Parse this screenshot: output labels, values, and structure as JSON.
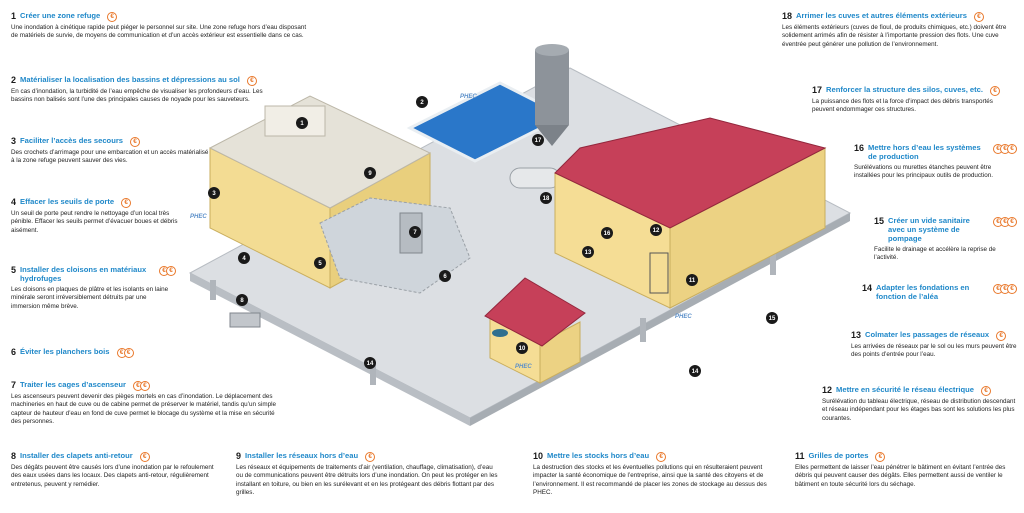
{
  "coin_glyph": "€",
  "phec_label": "PHEC",
  "annotations": [
    {
      "id": "a1",
      "num": "1",
      "title": "Créer une zone refuge",
      "cost": 1,
      "text": "Une inondation à cinétique rapide peut piéger le personnel sur site. Une zone refuge hors d’eau disposant de matériels de survie, de moyens de communication et d’un accès extérieur est essentielle dans ce cas."
    },
    {
      "id": "a2",
      "num": "2",
      "title": "Matérialiser la localisation des bassins et dépressions au sol",
      "cost": 1,
      "text": "En cas d’inondation, la turbidité de l’eau empêche de visualiser les profondeurs d’eau. Les bassins non balisés sont l’une des principales causes de noyade pour les sauveteurs."
    },
    {
      "id": "a3",
      "num": "3",
      "title": "Faciliter l’accès des secours",
      "cost": 1,
      "text": "Des crochets d’arrimage pour une embarcation et un accès matérialisé à la zone refuge peuvent sauver des vies."
    },
    {
      "id": "a4",
      "num": "4",
      "title": "Effacer les seuils de porte",
      "cost": 1,
      "text": "Un seuil de porte peut rendre le nettoyage d’un local très pénible. Effacer les seuils permet d’évacuer boues et débris aisément."
    },
    {
      "id": "a5",
      "num": "5",
      "title": "Installer des cloisons en matériaux hydrofuges",
      "cost": 2,
      "text": "Les cloisons en plaques de plâtre et les isolants en laine minérale seront irréversiblement détruits par une immersion même brève."
    },
    {
      "id": "a6",
      "num": "6",
      "title": "Éviter les planchers bois",
      "cost": 2,
      "text": ""
    },
    {
      "id": "a7",
      "num": "7",
      "title": "Traiter les cages d’ascenseur",
      "cost": 2,
      "text": "Les ascenseurs peuvent devenir des pièges mortels en cas d’inondation. Le déplacement des machineries en haut de cuve ou de cabine permet de préserver le matériel, tandis qu’un simple capteur de hauteur d’eau en fond de cuve permet le blocage du système et la mise en sécurité des personnes."
    },
    {
      "id": "a8",
      "num": "8",
      "title": "Installer des clapets anti-retour",
      "cost": 1,
      "text": "Des dégâts peuvent être causés lors d’une inondation par le refoulement des eaux usées dans les locaux. Des clapets anti-retour, régulièrement entretenus, peuvent y remédier."
    },
    {
      "id": "a9",
      "num": "9",
      "title": "Installer les réseaux hors d’eau",
      "cost": 1,
      "text": "Les réseaux et équipements de traitements d’air (ventilation, chauffage, climatisation), d’eau ou de communications peuvent être détruits lors d’une inondation. On peut les protéger en les installant en toiture, ou bien en les surélevant et en les protégeant des débris flottant par des grilles."
    },
    {
      "id": "a10",
      "num": "10",
      "title": "Mettre les stocks hors d’eau",
      "cost": 1,
      "text": "La destruction des stocks et les éventuelles pollutions qui en résulteraient peuvent impacter la santé économique de l’entreprise, ainsi que la santé des citoyens et de l’environnement. Il est recommandé de placer les zones de stockage au dessus des PHEC."
    },
    {
      "id": "a11",
      "num": "11",
      "title": "Grilles de portes",
      "cost": 1,
      "text": "Elles permettent de laisser l’eau pénétrer le bâtiment en évitant l’entrée des débris qui peuvent causer des dégâts. Elles permettent aussi de ventiler le bâtiment en toute sécurité lors du séchage."
    },
    {
      "id": "a12",
      "num": "12",
      "title": "Mettre en sécurité le réseau électrique",
      "cost": 1,
      "text": "Surélévation du tableau électrique, réseau de distribution descendant et réseau indépendant pour les étages bas sont les solutions les plus courantes."
    },
    {
      "id": "a13",
      "num": "13",
      "title": "Colmater les passages de réseaux",
      "cost": 1,
      "text": "Les arrivées de réseaux par le sol ou les murs peuvent être des points d’entrée pour l’eau."
    },
    {
      "id": "a14",
      "num": "14",
      "title": "Adapter les fondations en fonction de l’aléa",
      "cost": 3,
      "text": ""
    },
    {
      "id": "a15",
      "num": "15",
      "title": "Créer un vide sanitaire avec un système de pompage",
      "cost": 3,
      "text": "Facilite le drainage et accélère la reprise de l’activité."
    },
    {
      "id": "a16",
      "num": "16",
      "title": "Mettre hors d’eau les systèmes de production",
      "cost": 3,
      "text": "Surélévations ou murettes étanches peuvent être installées pour les principaux outils de production."
    },
    {
      "id": "a17",
      "num": "17",
      "title": "Renforcer la structure des silos, cuves, etc.",
      "cost": 1,
      "text": "La puissance des flots et la force d’impact des débris transportés peuvent endommager ces structures."
    },
    {
      "id": "a18",
      "num": "18",
      "title": "Arrimer les cuves et autres éléments extérieurs",
      "cost": 1,
      "text": "Les éléments extérieurs (cuves de fioul, de produits chimiques, etc.) doivent être solidement arrimés afin de résister à l’importante pression des flots. Une cuve éventrée peut générer une pollution de l’environnement."
    }
  ],
  "markers": [
    "1",
    "2",
    "3",
    "4",
    "5",
    "6",
    "7",
    "8",
    "9",
    "10",
    "11",
    "12",
    "13",
    "14",
    "14",
    "15",
    "16",
    "17",
    "18"
  ]
}
